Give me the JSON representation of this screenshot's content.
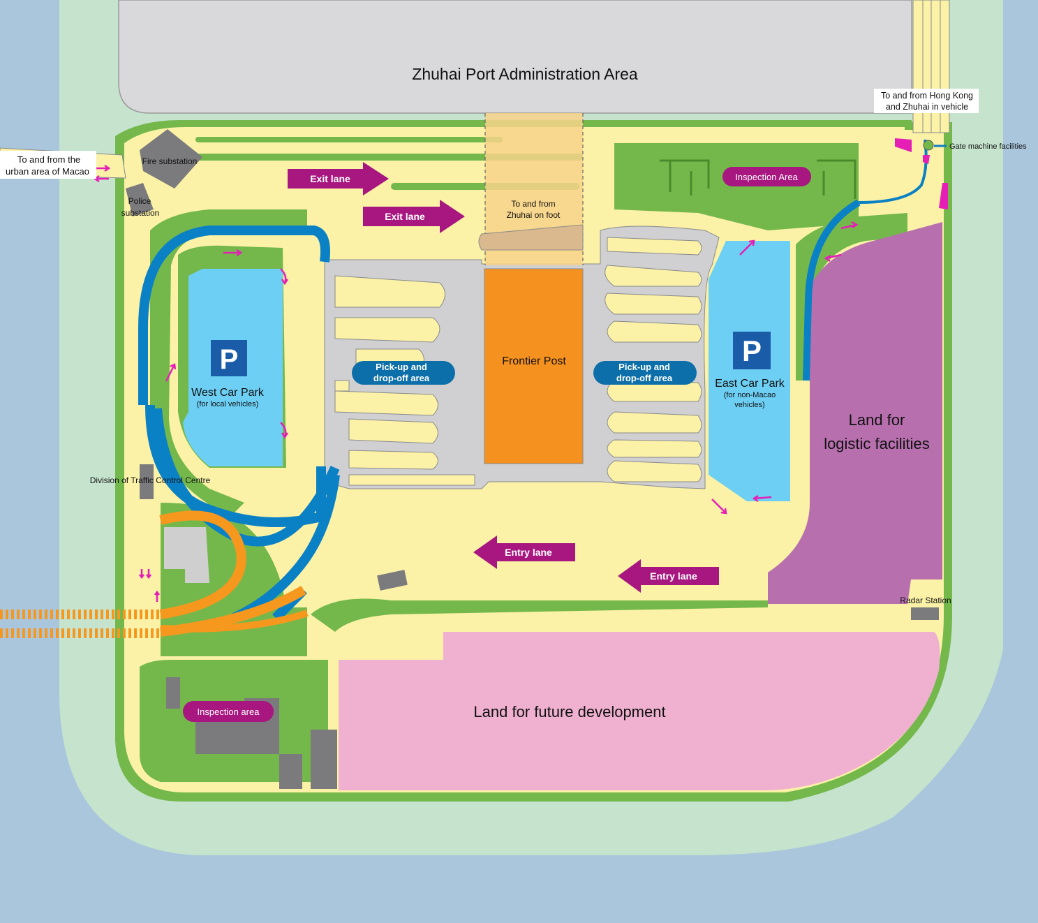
{
  "map": {
    "labels": {
      "zhuhai_admin": "Zhuhai Port Administration Area",
      "to_from_hk_line1": "To and from Hong Kong",
      "to_from_hk_line2": "and Zhuhai in vehicle",
      "gate_machine": "Gate machine facilities",
      "macao_line1": "To and from the",
      "macao_line2": "urban area of Macao",
      "fire_substation": "Fire substation",
      "police_line1": "Police",
      "police_line2": "substation",
      "exit_lane_1": "Exit lane",
      "exit_lane_2": "Exit lane",
      "foot_line1": "To and from",
      "foot_line2": "Zhuhai on foot",
      "inspection_area_top": "Inspection Area",
      "frontier_post": "Frontier Post",
      "pickup_left_line1": "Pick-up and",
      "pickup_left_line2": "drop-off area",
      "pickup_right_line1": "Pick-up and",
      "pickup_right_line2": "drop-off area",
      "west_cp": "West Car Park",
      "west_cp_sub": "(for local vehicles)",
      "east_cp": "East Car Park",
      "east_cp_sub1": "(for non-Macao",
      "east_cp_sub2": "vehicles)",
      "parking_symbol_west": "P",
      "parking_symbol_east": "P",
      "logistic_line1": "Land for",
      "logistic_line2": "logistic facilities",
      "traffic_control": "Division of Traffic Control Centre",
      "entry_lane_1": "Entry lane",
      "entry_lane_2": "Entry lane",
      "radar_station": "Radar Station",
      "inspection_area_bottom": "Inspection area",
      "future_dev": "Land for future development"
    },
    "colors": {
      "sea": "#a9c6dc",
      "buffer": "#c5e3cd",
      "green": "#74b84c",
      "road": "#fbf2a7",
      "plaza": "#d0d0d2",
      "admin": "#d9d9db",
      "frontier": "#f5911e",
      "parking": "#6dcff4",
      "p_sign": "#1b5ca8",
      "logistic": "#b76fae",
      "future": "#efb1cf",
      "arrow": "#a7177f",
      "blue_road": "#0a80c5",
      "orange_road": "#f6971e",
      "building": "#7b7a7d",
      "pill_blue": "#0c6fa9",
      "magenta": "#e51fb5"
    }
  }
}
